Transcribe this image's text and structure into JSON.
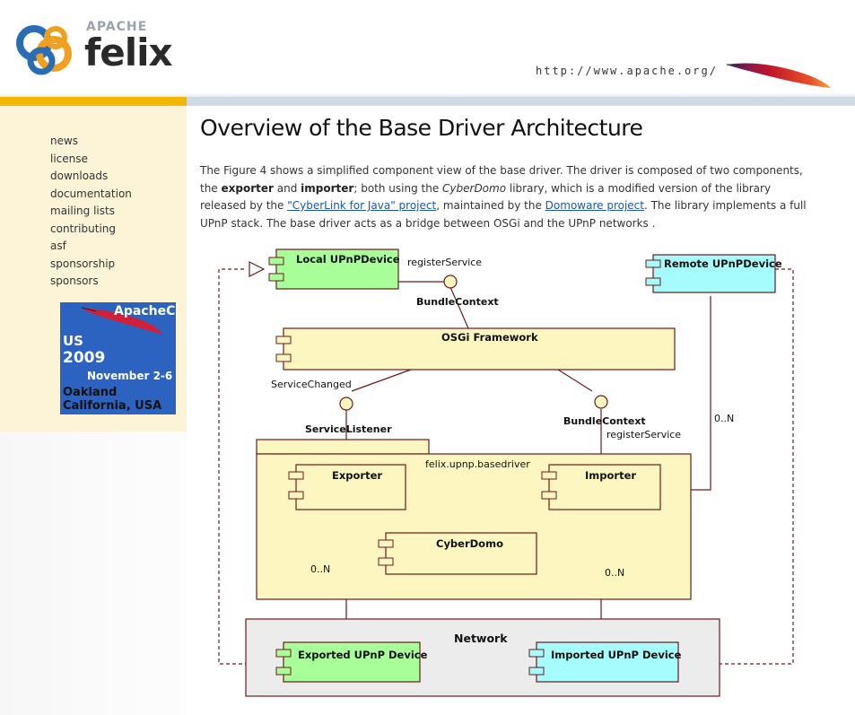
{
  "header": {
    "logo_apache": "APACHE",
    "logo_felix": "felix",
    "apache_url": "http://www.apache.org/"
  },
  "sidebar": {
    "nav": [
      "news",
      "license",
      "downloads",
      "documentation",
      "mailing lists",
      "contributing",
      "asf",
      "sponsorship",
      "sponsors"
    ],
    "banner": {
      "title": "ApacheCon",
      "region": "US",
      "year": "2009",
      "dates": "November 2-6",
      "city": "Oakland",
      "state": "California, USA"
    }
  },
  "main": {
    "title": "Overview of the Base Driver Architecture",
    "intro": {
      "p1": "The Figure 4 shows a simplified component view of the base driver. The driver is composed of two components, the ",
      "exporter": "exporter",
      "and": " and ",
      "importer": "importer",
      "p2": "; both using the ",
      "cyberdomo": "CyberDomo",
      "p3": " library, which is a modified version of the library released by the ",
      "link_cyberlink": "\"CyberLink for Java\" project",
      "p4": ", maintained by the ",
      "link_domoware": "Domoware project",
      "p5": ". The library implements a full UPnP stack. The base driver acts as a bridge between OSGi and the UPnP networks ."
    }
  },
  "diagram": {
    "local_device": "Local UPnPDevice",
    "remote_device": "Remote UPnPDevice",
    "register_service_top": "registerService",
    "bundle_context_top": "BundleContext",
    "osgi_framework": "OSGi Framework",
    "service_changed": "ServiceChanged",
    "service_listener": "ServiceListener",
    "bundle_context_mid": "BundleContext",
    "register_service_mid": "registerService",
    "package_name": "felix.upnp.basedriver",
    "exporter": "Exporter",
    "importer": "Importer",
    "cyberdomo": "CyberDomo",
    "mult_left": "0..N",
    "mult_mid": "0..N",
    "mult_right": "0..N",
    "network": "Network",
    "exported_device": "Exported UPnP Device",
    "imported_device": "Imported UPnP Device",
    "colors": {
      "green": "#a8ff9a",
      "cyan": "#a6fbfd",
      "yellow": "#fdf6c0",
      "network": "#ececec",
      "line": "#6b1b1b"
    }
  }
}
